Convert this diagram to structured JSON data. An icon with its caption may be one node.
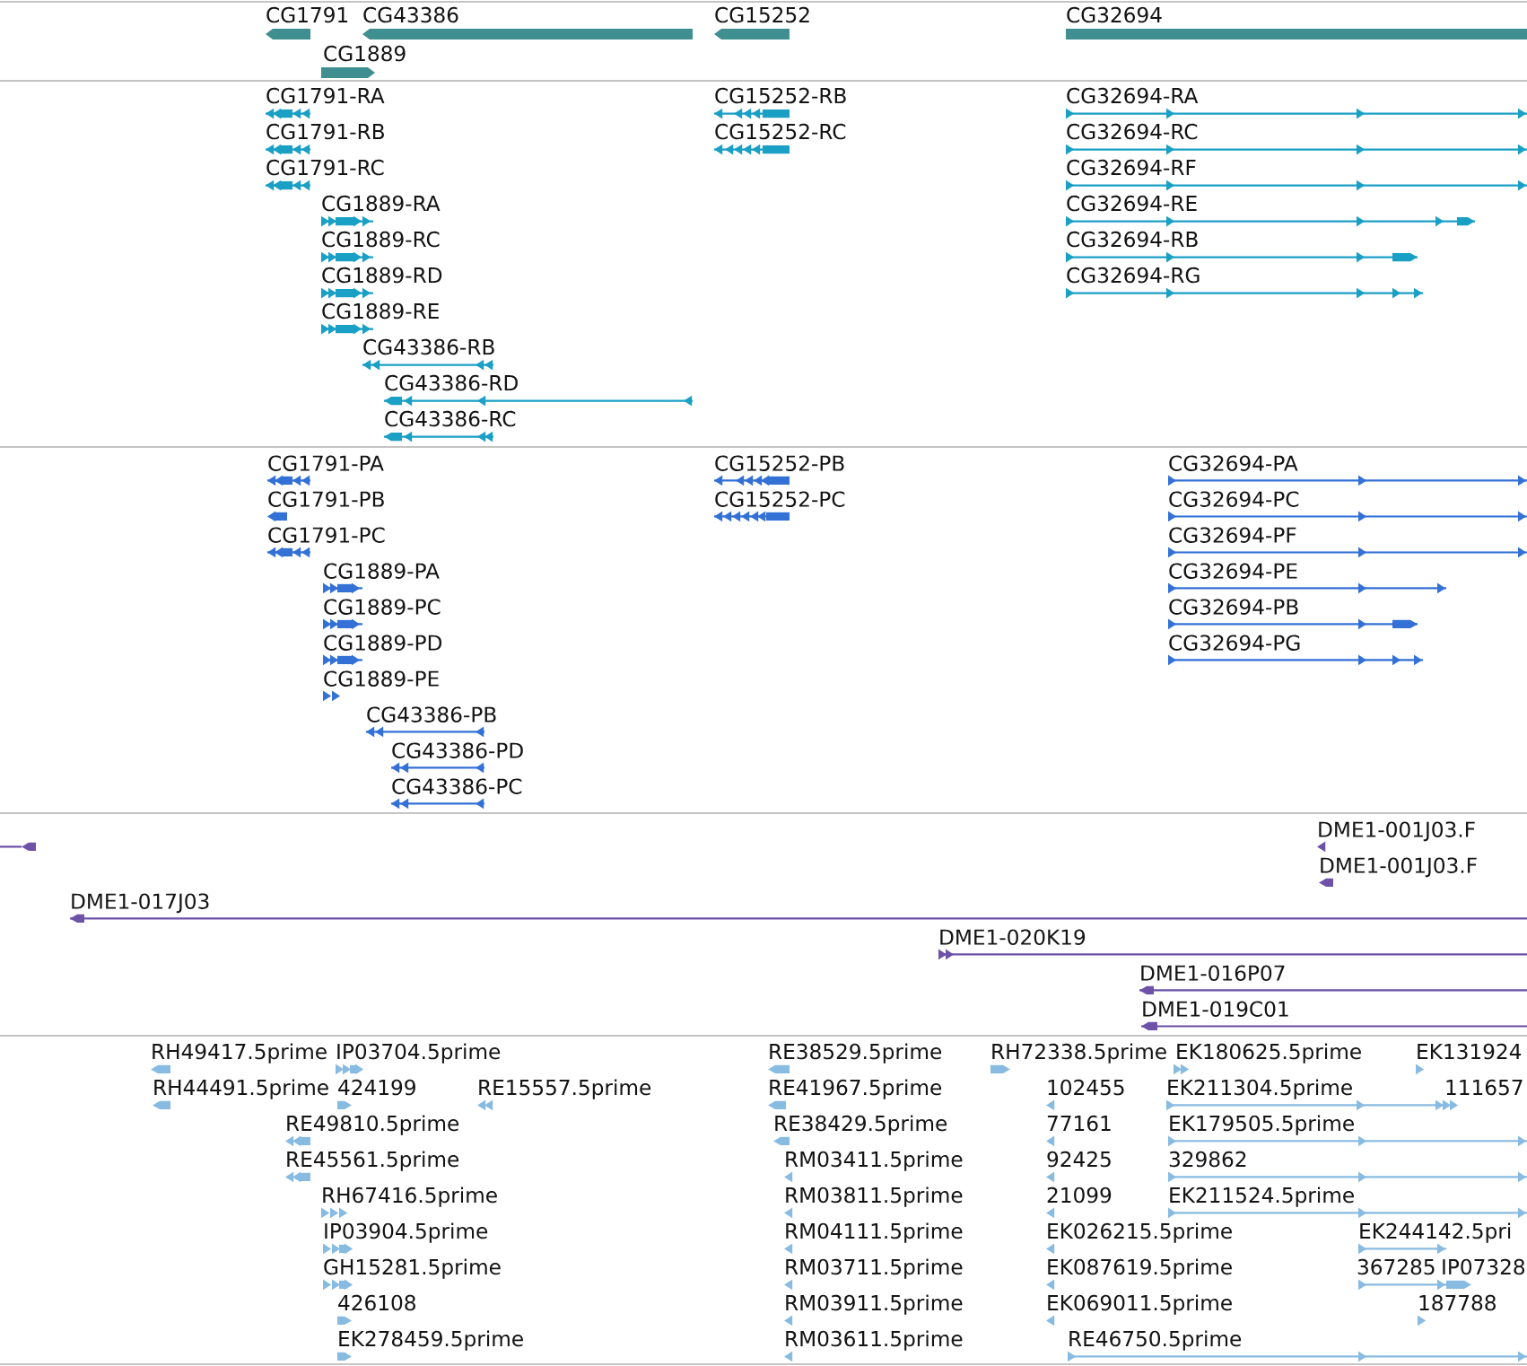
{
  "diagram": {
    "labels": [
      "CG1791",
      "CG43386",
      "CG15252",
      "CG32694",
      "CG1889",
      "CG1791-RA",
      "CG15252-RB",
      "CG32694-RA",
      "CG1791-RB",
      "CG15252-RC",
      "CG32694-RC",
      "CG1791-RC",
      "CG32694-RF",
      "CG1889-RA",
      "CG32694-RE",
      "CG1889-RC",
      "CG32694-RB",
      "CG1889-RD",
      "CG32694-RG",
      "CG1889-RE",
      "CG43386-RB",
      "CG43386-RD",
      "CG43386-RC",
      "CG1791-PA",
      "CG15252-PB",
      "CG32694-PA",
      "CG1791-PB",
      "CG15252-PC",
      "CG32694-PC",
      "CG1791-PC",
      "CG32694-PF",
      "CG1889-PA",
      "CG32694-PE",
      "CG1889-PC",
      "CG32694-PB",
      "CG1889-PD",
      "CG32694-PG",
      "CG1889-PE",
      "CG43386-PB",
      "CG43386-PD",
      "CG43386-PC",
      "DME1-001J03.F",
      "DME1-001J03.F",
      "DME1-017J03",
      "DME1-020K19",
      "DME1-016P07",
      "DME1-019C01",
      "RH49417.5prime",
      "IP03704.5prime",
      "RE38529.5prime",
      "RH72338.5prime",
      "EK180625.5prime",
      "EK131924",
      "RH44491.5prime",
      "424199",
      "RE15557.5prime",
      "RE41967.5prime",
      "102455",
      "EK211304.5prime",
      "111657",
      "RE49810.5prime",
      "RE38429.5prime",
      "77161",
      "EK179505.5prime",
      "RE45561.5prime",
      "RM03411.5prime",
      "92425",
      "329862",
      "RH67416.5prime",
      "RM03811.5prime",
      "21099",
      "EK211524.5prime",
      "IP03904.5prime",
      "RM04111.5prime",
      "EK026215.5prime",
      "EK244142.5pri",
      "GH15281.5prime",
      "RM03711.5prime",
      "EK087619.5prime",
      "367285",
      "IP07328",
      "426108",
      "RM03911.5prime",
      "EK069011.5prime",
      "187788",
      "EK278459.5prime",
      "RM03611.5prime",
      "RE46750.5prime"
    ]
  }
}
